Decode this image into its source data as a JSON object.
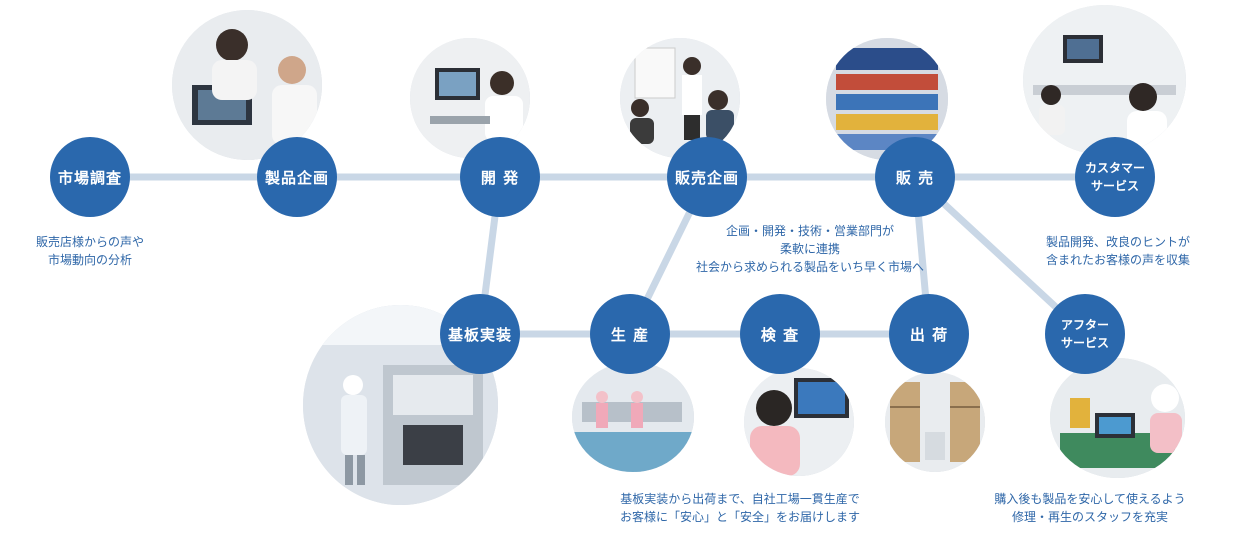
{
  "nodes": {
    "market_research": "市場調査",
    "product_planning": "製品企画",
    "development": "開 発",
    "sales_planning": "販売企画",
    "sales": "販 売",
    "customer_service": [
      "カスタマー",
      "サービス"
    ],
    "board_mounting": "基板実装",
    "production": "生 産",
    "inspection": "検 査",
    "shipping": "出 荷",
    "after_service": [
      "アフター",
      "サービス"
    ]
  },
  "captions": {
    "market_research": [
      "販売店様からの声や",
      "市場動向の分析"
    ],
    "sales_planning": [
      "企画・開発・技術・営業部門が",
      "柔軟に連携",
      "社会から求められる製品をいち早く市場へ"
    ],
    "customer_service": [
      "製品開発、改良のヒントが",
      "含まれたお客様の声を収集"
    ],
    "production": [
      "基板実装から出荷まで、自社工場一貫生産で",
      "お客様に「安心」と「安全」をお届けします"
    ],
    "after_service": [
      "購入後も製品を安心して使えるよう",
      "修理・再生のスタッフを充実"
    ]
  },
  "colors": {
    "node": "#2a68ad",
    "line": "#c9d7e6",
    "caption": "#2f67a8"
  },
  "photos": [
    "meeting-photo",
    "cad-workstation-photo",
    "presentation-photo",
    "store-shelf-photo",
    "call-center-photo",
    "smt-line-photo",
    "factory-floor-photo",
    "inspection-photo",
    "warehouse-photo",
    "repair-bench-photo"
  ]
}
